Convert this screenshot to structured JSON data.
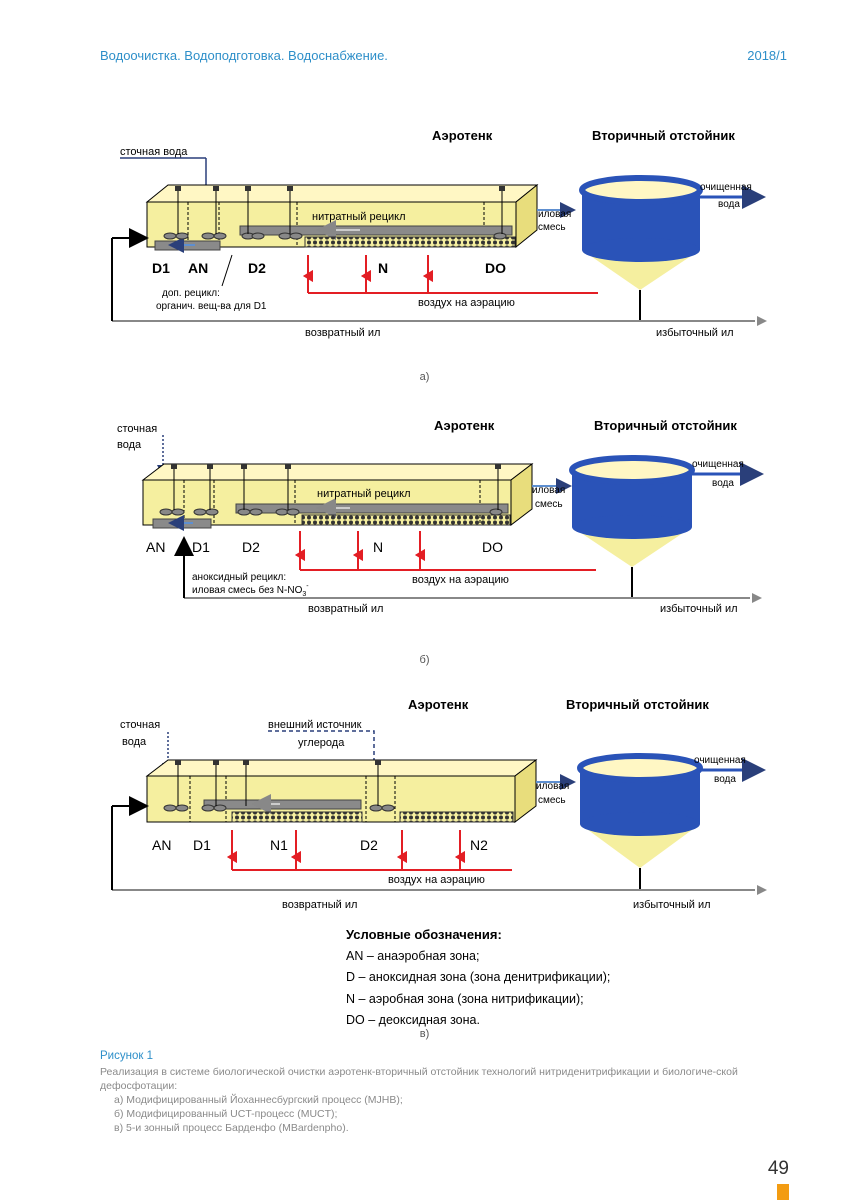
{
  "header": {
    "journal": "Водоочистка. Водоподготовка. Водоснабжение.",
    "issue": "2018/1"
  },
  "diagram_a": {
    "aerotank": "Аэротенк",
    "clarifier": "Вторичный отстойник",
    "inflow": "сточная вода",
    "nitrate_recycle": "нитратный рецикл",
    "mixed1": "иловая",
    "mixed2": "смесь",
    "treated1": "очищенная",
    "treated2": "вода",
    "zones": [
      "D1",
      "AN",
      "D2",
      "N",
      "DO"
    ],
    "extra1": "доп. рецикл:",
    "extra2": "органич. вещ-ва для D1",
    "air": "воздух на аэрацию",
    "return": "возвратный ил",
    "excess": "избыточный  ил",
    "caption": "а)"
  },
  "diagram_b": {
    "aerotank": "Аэротенк",
    "clarifier": "Вторичный отстойник",
    "inflow1": "сточная",
    "inflow2": "вода",
    "nitrate_recycle": "нитратный  рецикл",
    "mixed1": "иловая",
    "mixed2": "смесь",
    "treated1": "очищенная",
    "treated2": "вода",
    "zones": [
      "AN",
      "D1",
      "D2",
      "N",
      "DO"
    ],
    "anox1": "аноксидный рецикл:",
    "anox2": "иловая смесь без N-NO",
    "anox_sub": "3",
    "anox_sup": "-",
    "air": "воздух на аэрацию",
    "return": "возвратный ил",
    "excess": "избыточный  ил",
    "caption": "б)"
  },
  "diagram_c": {
    "aerotank": "Аэротенк",
    "clarifier": "Вторичный отстойник",
    "inflow1": "сточная",
    "inflow2": "вода",
    "carbon1": "внешний источник",
    "carbon2": "углерода",
    "mixed1": "иловая",
    "mixed2": "смесь",
    "treated1": "очищенная",
    "treated2": "вода",
    "zones": [
      "AN",
      "D1",
      "N1",
      "D2",
      "N2"
    ],
    "air": "воздух на аэрацию",
    "return": "возвратный ил",
    "excess": "избыточный  ил",
    "caption": "в)"
  },
  "legend": {
    "title": "Условные обозначения:",
    "items": [
      "AN – анаэробная зона;",
      "D – аноксидная зона (зона денитрификации);",
      "N – аэробная зона (зона нитрификации);",
      "DO – деоксидная зона."
    ]
  },
  "figure": {
    "title": "Рисунок 1",
    "text": "Реализация в системе биологической очистки аэротенк-вторичный отстойник технологий нитриденитрификации и биологиче-ской дефосфотации:",
    "items": [
      "а) Модифицированный Йоханнесбургский процесс (MJHB);",
      "б) Модифицированный UCT-процесс (MUCT);",
      "в) 5-и зонный процесс Барденфо (MBardenpho)."
    ]
  },
  "page_number": "49",
  "colors": {
    "accent": "#2e8fc9",
    "tank": "#f5ef9f",
    "clarifier": "#2a53b8",
    "air": "#e31e24",
    "page_mark": "#f39c12"
  }
}
